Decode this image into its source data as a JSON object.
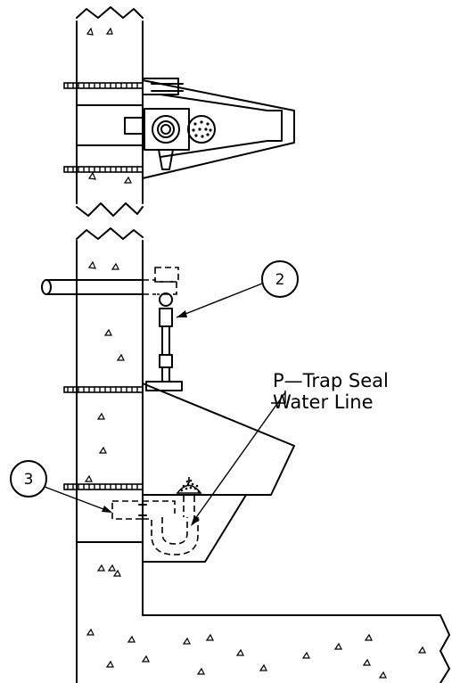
{
  "callouts": [
    {
      "id": "callout-2",
      "label": "2"
    },
    {
      "id": "callout-3",
      "label": "3"
    }
  ],
  "note": {
    "line1": "P—Trap Seal",
    "line2": "Water Line"
  }
}
